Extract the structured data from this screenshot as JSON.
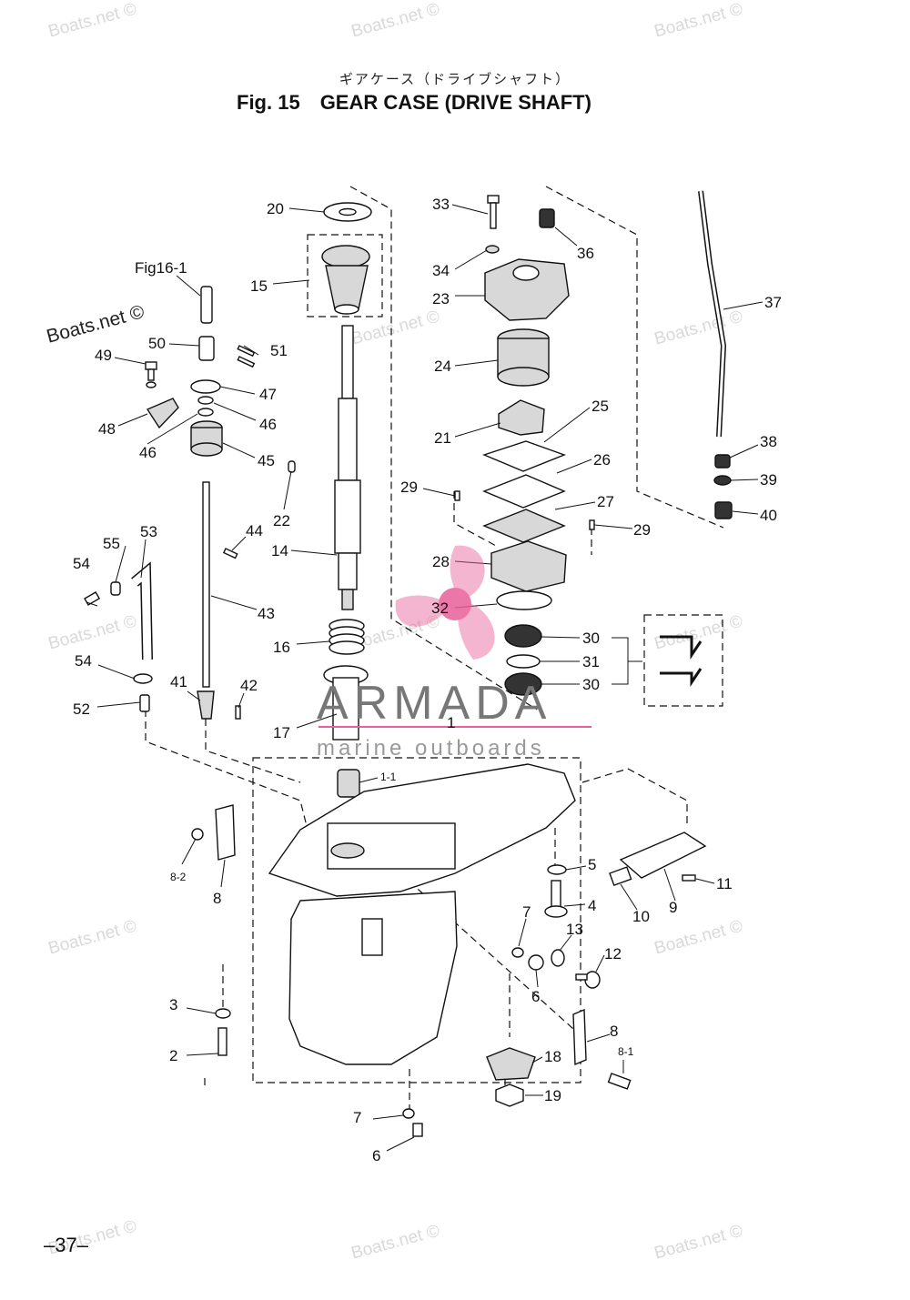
{
  "header": {
    "subtitle_jp": "ギアケース（ドライブシャフト）",
    "fig_number": "Fig. 15",
    "title": "GEAR CASE (DRIVE SHAFT)"
  },
  "watermarks": {
    "text": "Boats.net ©",
    "dark_text": "Boats.net ©"
  },
  "brand_overlay": {
    "name": "ARMADA",
    "tagline": "marine outboards",
    "logo_color": "#e8609b"
  },
  "callouts": [
    "20",
    "15",
    "Fig16-1",
    "50",
    "51",
    "49",
    "47",
    "46",
    "48",
    "46",
    "45",
    "22",
    "44",
    "14",
    "43",
    "53",
    "55",
    "54",
    "54",
    "52",
    "41",
    "42",
    "16",
    "17",
    "33",
    "36",
    "34",
    "23",
    "37",
    "24",
    "25",
    "21",
    "26",
    "38",
    "39",
    "40",
    "29",
    "27",
    "29",
    "28",
    "32",
    "30",
    "31",
    "30",
    "1",
    "1-1",
    "8-2",
    "8",
    "5",
    "4",
    "11",
    "10",
    "9",
    "7",
    "13",
    "12",
    "6",
    "3",
    "2",
    "8",
    "8-1",
    "18",
    "19",
    "7",
    "6"
  ],
  "page_number": "–37–"
}
